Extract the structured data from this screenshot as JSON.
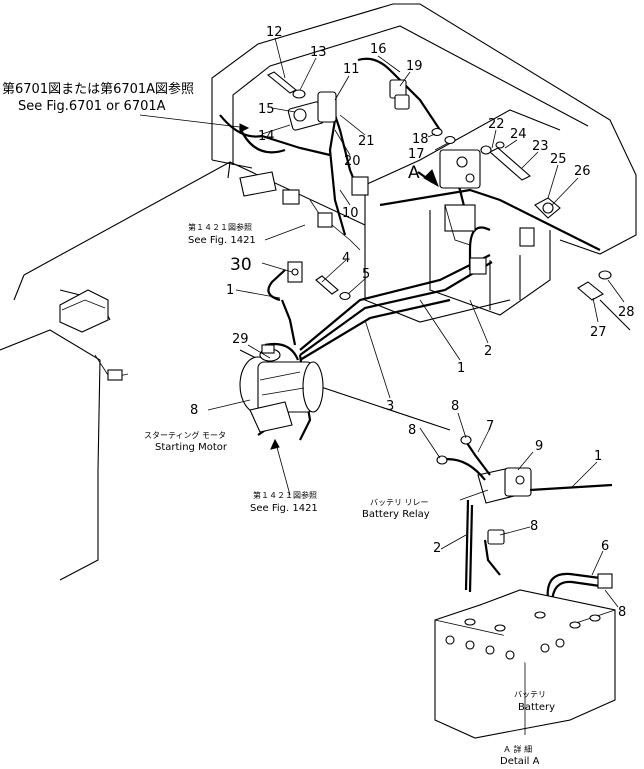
{
  "references": {
    "fig6701_jp": "第6701図または第6701A図参照",
    "fig6701_en": "See Fig.6701 or 6701A",
    "fig1421_top_jp": "第１４２１図参照",
    "fig1421_top_en": "See Fig. 1421",
    "fig1421_bottom_jp": "第１４２１図参照",
    "fig1421_bottom_en": "See Fig. 1421"
  },
  "captions": {
    "starting_motor_jp": "スターティング モータ",
    "starting_motor_en": "Starting Motor",
    "battery_relay_jp": "バッテリ リレー",
    "battery_relay_en": "Battery Relay",
    "battery_jp": "バッテリ",
    "battery_en": "Battery",
    "detail_a_jp": "Ａ 詳 細",
    "detail_a_en": "Detail A",
    "view_arrow_label": "A"
  },
  "callouts": {
    "n1a": "1",
    "n1b": "1",
    "n1c": "1",
    "n2a": "2",
    "n2b": "2",
    "n3": "3",
    "n4": "4",
    "n5": "5",
    "n6": "6",
    "n7": "7",
    "n8a": "8",
    "n8b": "8",
    "n8c": "8",
    "n8d": "8",
    "n8e": "8",
    "n9": "9",
    "n10": "10",
    "n11": "11",
    "n12": "12",
    "n13": "13",
    "n14": "14",
    "n15": "15",
    "n16": "16",
    "n17": "17",
    "n18": "18",
    "n19": "19",
    "n20": "20",
    "n21": "21",
    "n22": "22",
    "n23": "23",
    "n24": "24",
    "n25": "25",
    "n26": "26",
    "n27": "27",
    "n28": "28",
    "n29": "29",
    "n30": "30"
  }
}
